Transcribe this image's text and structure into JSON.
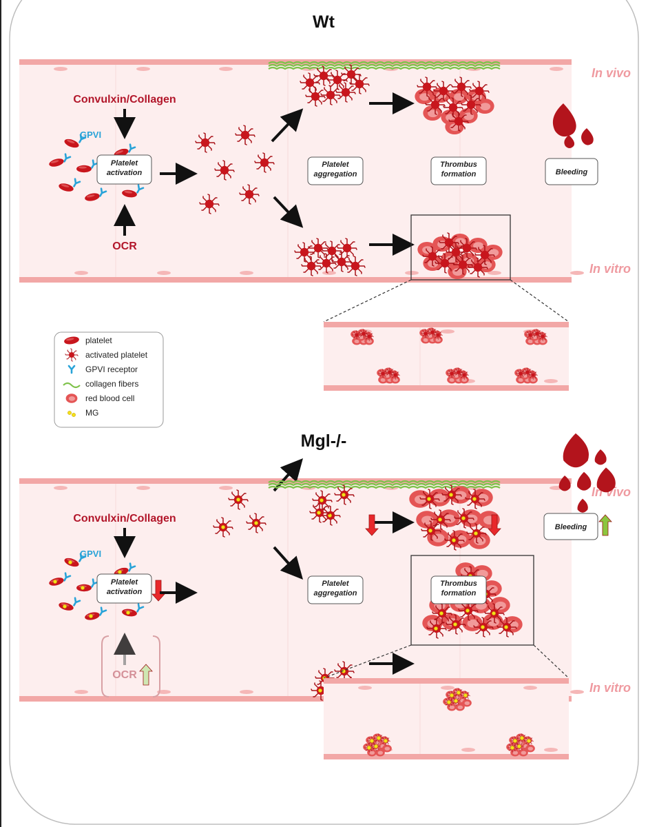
{
  "colors": {
    "platelet": "#c8161d",
    "vessel_fill": "#fdeeee",
    "vessel_wall": "#f2a7a6",
    "gpvi": "#29a3d8",
    "collagen": "#7ec24a",
    "rbc": "#e45555",
    "mg": "#f4e11a",
    "arrow_down_red": "#e8282b",
    "arrow_up_green": "#8cc63f"
  },
  "panels": [
    {
      "title": "Wt",
      "reagent_top": "Convulxin/Collagen",
      "gpvi_label": "GPVI",
      "reagent_bottom": "OCR",
      "box_activation": [
        "Platelet",
        "activation"
      ],
      "box_aggregation": [
        "Platelet",
        "aggregation"
      ],
      "box_thrombus": [
        "Thrombus",
        "formation"
      ],
      "box_bleeding": "Bleeding",
      "label_in_vivo": "In vivo",
      "label_in_vitro": "In vitro"
    },
    {
      "title": "Mgl-/-",
      "reagent_top": "Convulxin/Collagen",
      "gpvi_label": "GPVI",
      "reagent_bottom": "OCR",
      "box_activation": [
        "Platelet",
        "activation"
      ],
      "box_aggregation": [
        "Platelet",
        "aggregation"
      ],
      "box_thrombus": [
        "Thrombus",
        "formation"
      ],
      "box_bleeding": "Bleeding",
      "label_in_vivo": "In vivo",
      "label_in_vitro": "In vitro"
    }
  ],
  "legend": [
    {
      "icon": "platelet-icon",
      "label": "platelet"
    },
    {
      "icon": "activated-platelet-icon",
      "label": "activated platelet"
    },
    {
      "icon": "gpvi-receptor-icon",
      "label": "GPVI receptor"
    },
    {
      "icon": "collagen-fibers-icon",
      "label": "collagen fibers"
    },
    {
      "icon": "red-blood-cell-icon",
      "label": "red blood cell"
    },
    {
      "icon": "mg-icon",
      "label": "MG"
    }
  ]
}
